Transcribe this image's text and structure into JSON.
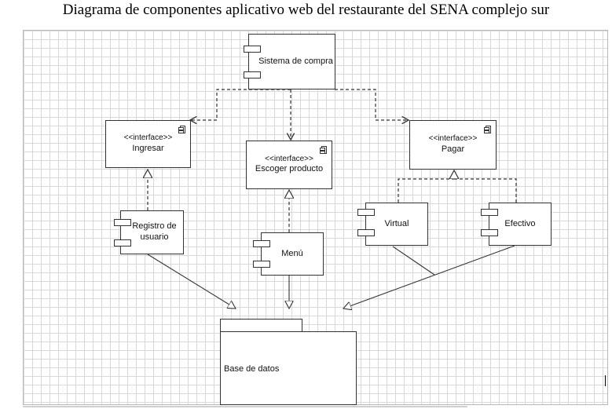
{
  "title": "Diagrama de componentes aplicativo web del restaurante del SENA complejo sur",
  "components": {
    "sistema": {
      "label": "Sistema de compra"
    },
    "ingresar": {
      "stereotype": "<<interface>>",
      "label": "Ingresar"
    },
    "escoger": {
      "stereotype": "<<interface>>",
      "label": "Escoger producto"
    },
    "pagar": {
      "stereotype": "<<interface>>",
      "label": "Pagar"
    },
    "registro": {
      "label_line1": "Registro de",
      "label_line2": "usuario"
    },
    "menu": {
      "label": "Menú"
    },
    "virtual": {
      "label": "Virtual"
    },
    "efectivo": {
      "label": "Efectivo"
    }
  },
  "package": {
    "label": "Base de datos"
  },
  "colors": {
    "line": "#333333",
    "grid": "#d9d9d9"
  }
}
